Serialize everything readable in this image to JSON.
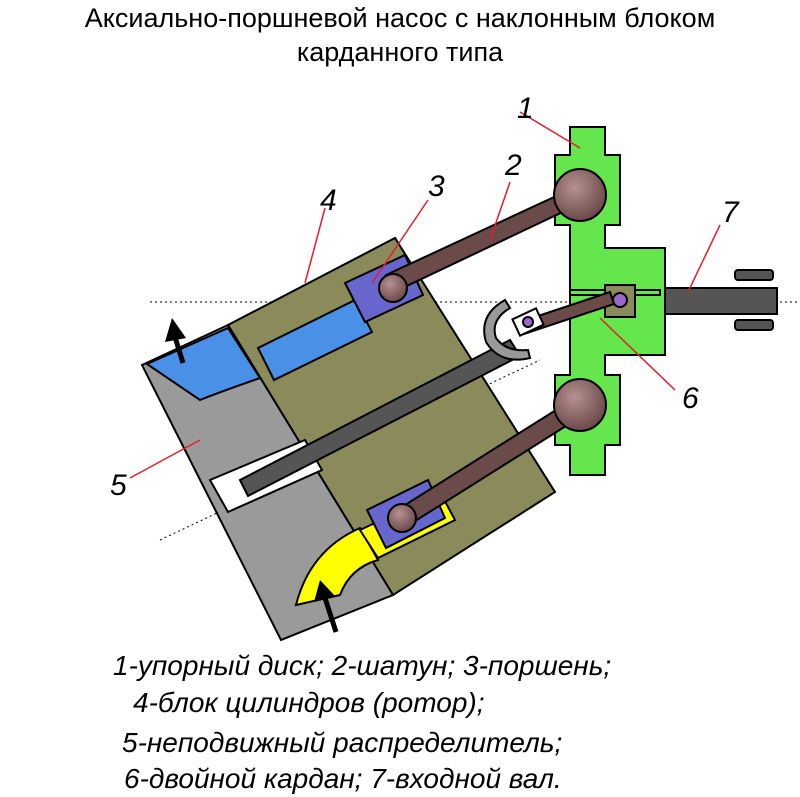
{
  "title": {
    "line1": "Аксиально-поршневой насос с наклонным блоком",
    "line2": "карданного типа"
  },
  "callouts": [
    "1",
    "2",
    "3",
    "4",
    "5",
    "6",
    "7"
  ],
  "legend": [
    "1-упорный диск; 2-шатун; 3-поршень;",
    "4-блок цилиндров (ротор);",
    "5-неподвижный распределитель;",
    "6-двойной кардан; 7-входной вал."
  ],
  "colors": {
    "thrust_disk": "#66e64d",
    "connecting_rod": "#6b4a4a",
    "piston": "#6666cc",
    "cylinder_block": "#8a8a5a",
    "distributor": "#9a9a9a",
    "inlet_channel": "#ffff00",
    "outlet_channel": "#4a90e6",
    "shaft": "#555555"
  }
}
